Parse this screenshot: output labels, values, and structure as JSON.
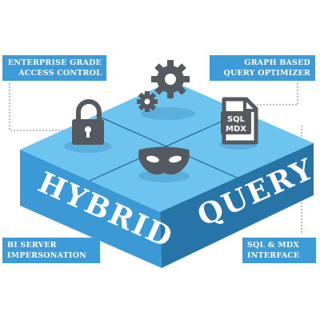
{
  "labels": {
    "access_control": {
      "line1": "ENTERPRISE GRADE",
      "line2": "ACCESS CONTROL"
    },
    "query_optimizer": {
      "line1": "GRAPH BASED",
      "line2": "QUERY OPTIMIZER"
    },
    "impersonation": {
      "line1": "BI SERVER",
      "line2": "IMPERSONATION"
    },
    "interface": {
      "line1": "SQL & MDX",
      "line2": "INTERFACE"
    }
  },
  "block": {
    "left_text": "HYBRID",
    "right_text": "QUERY"
  },
  "file_icon": {
    "line1": "SQL",
    "line2": "MDX"
  },
  "icons": [
    "lock-icon",
    "gears-icon",
    "sql-mdx-file-icon",
    "mask-icon"
  ],
  "colors": {
    "top_face": "#6cc4ef",
    "left_face": "#3b9ad5",
    "right_face": "#2774a8",
    "label_box": "#3d9bd7",
    "icon": "#555a60"
  }
}
